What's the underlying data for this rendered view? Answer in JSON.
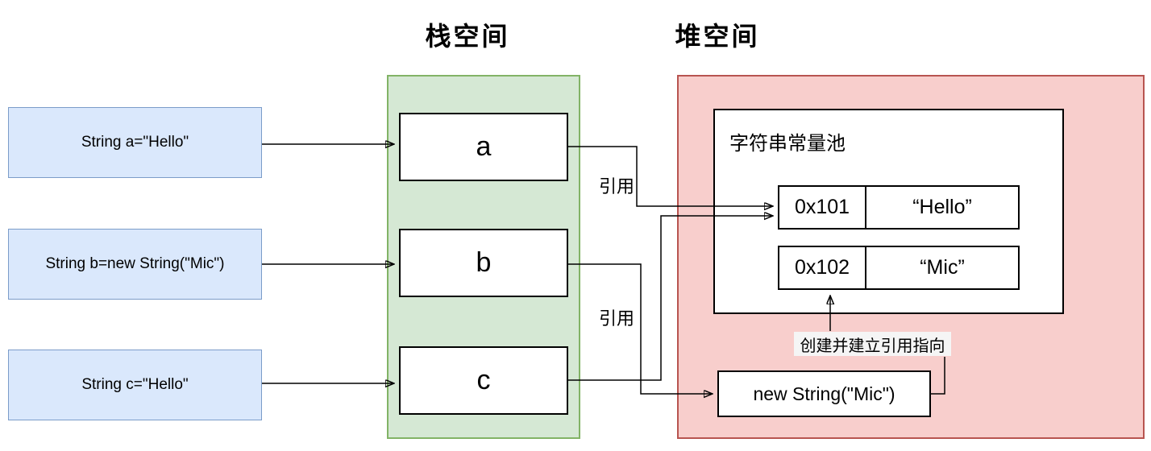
{
  "titles": {
    "stack": "栈空间",
    "heap": "堆空间"
  },
  "code_boxes": [
    {
      "label": "String  a=\"Hello\""
    },
    {
      "label": "String  b=new String(\"Mic\")"
    },
    {
      "label": "String  c=\"Hello\""
    }
  ],
  "stack_vars": [
    {
      "label": "a"
    },
    {
      "label": "b"
    },
    {
      "label": "c"
    }
  ],
  "heap": {
    "pool_title": "字符串常量池",
    "entries": [
      {
        "address": "0x101",
        "value": "“Hello”"
      },
      {
        "address": "0x102",
        "value": "“Mic”"
      }
    ],
    "new_string_label": "new String(\"Mic\")",
    "create_note": "创建并建立引用指向"
  },
  "annotations": {
    "ref_top": "引用",
    "ref_bottom": "引用"
  },
  "colors": {
    "code_fill": "#dae8fc",
    "code_border": "#7b9cc9",
    "stack_fill": "#d5e8d4",
    "stack_border": "#82b366",
    "heap_fill": "#f8cecc",
    "heap_border": "#b85450"
  }
}
